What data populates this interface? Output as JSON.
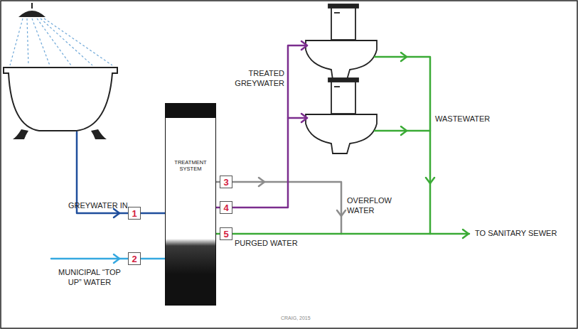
{
  "diagram": {
    "nodes": [
      {
        "text": [
          "1"
        ]
      },
      {
        "text": [
          "2"
        ]
      },
      {
        "text": [
          "TREATMENT SYSTEM"
        ]
      },
      {
        "text": [
          "3"
        ]
      },
      {
        "text": [
          "4"
        ]
      },
      {
        "text": [
          "5"
        ]
      }
    ],
    "edges": [
      {
        "from": 0,
        "to": 2,
        "arrow": "none"
      },
      {
        "from": 1,
        "to": 2,
        "arrow": "none"
      },
      {
        "from": 2,
        "to": 3,
        "arrow": "none"
      },
      {
        "from": 2,
        "to": 4,
        "arrow": "none"
      },
      {
        "from": 2,
        "to": 5,
        "arrow": "none"
      }
    ],
    "labels": [
      "GREYWATER IN",
      "MUNICIPAL “TOP UP” WATER",
      "TREATED GREYWATER",
      "OVERFLOW WATER",
      "PURGED WATER",
      "WASTEWATER",
      "TO SANITARY SEWER",
      "CRAIG, 2015"
    ]
  }
}
